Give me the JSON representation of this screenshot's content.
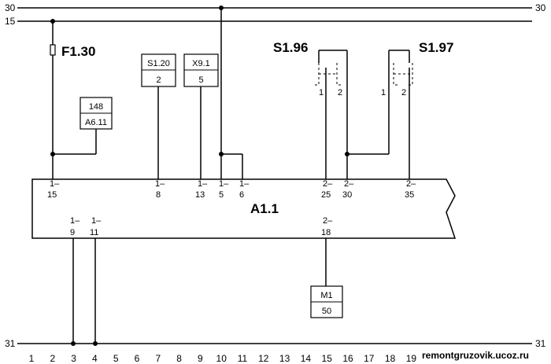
{
  "rails": {
    "r30_left": "30",
    "r30_right": "30",
    "r15_left": "15",
    "r31_left": "31",
    "r31_right": "31"
  },
  "fuse": {
    "name": "F1.30"
  },
  "boxes": {
    "b148": {
      "top": "148",
      "bottom": "A6.11"
    },
    "s120": {
      "top": "S1.20",
      "bottom": "2"
    },
    "x91": {
      "top": "X9.1",
      "bottom": "5"
    },
    "m1": {
      "top": "M1",
      "bottom": "50"
    }
  },
  "switches": {
    "s196": {
      "name": "S1.96",
      "pin_a": "1",
      "pin_b": "2"
    },
    "s197": {
      "name": "S1.97",
      "pin_a": "1",
      "pin_b": "2"
    }
  },
  "module": {
    "name": "A1.1",
    "top_pins": [
      {
        "conn": "1–",
        "pin": "15"
      },
      {
        "conn": "1–",
        "pin": "8"
      },
      {
        "conn": "1–",
        "pin": "13"
      },
      {
        "conn": "1–",
        "pin": "5"
      },
      {
        "conn": "1–",
        "pin": "6"
      },
      {
        "conn": "2–",
        "pin": "25"
      },
      {
        "conn": "2–",
        "pin": "30"
      },
      {
        "conn": "2–",
        "pin": "35"
      }
    ],
    "bottom_pins": [
      {
        "conn": "1–",
        "pin": "9"
      },
      {
        "conn": "1–",
        "pin": "11"
      },
      {
        "conn": "2–",
        "pin": "18"
      }
    ]
  },
  "grid_numbers": [
    "1",
    "2",
    "3",
    "4",
    "5",
    "6",
    "7",
    "8",
    "9",
    "10",
    "11",
    "12",
    "13",
    "14",
    "15",
    "16",
    "17",
    "18",
    "19"
  ],
  "watermark": "remontgruzovik.ucoz.ru"
}
